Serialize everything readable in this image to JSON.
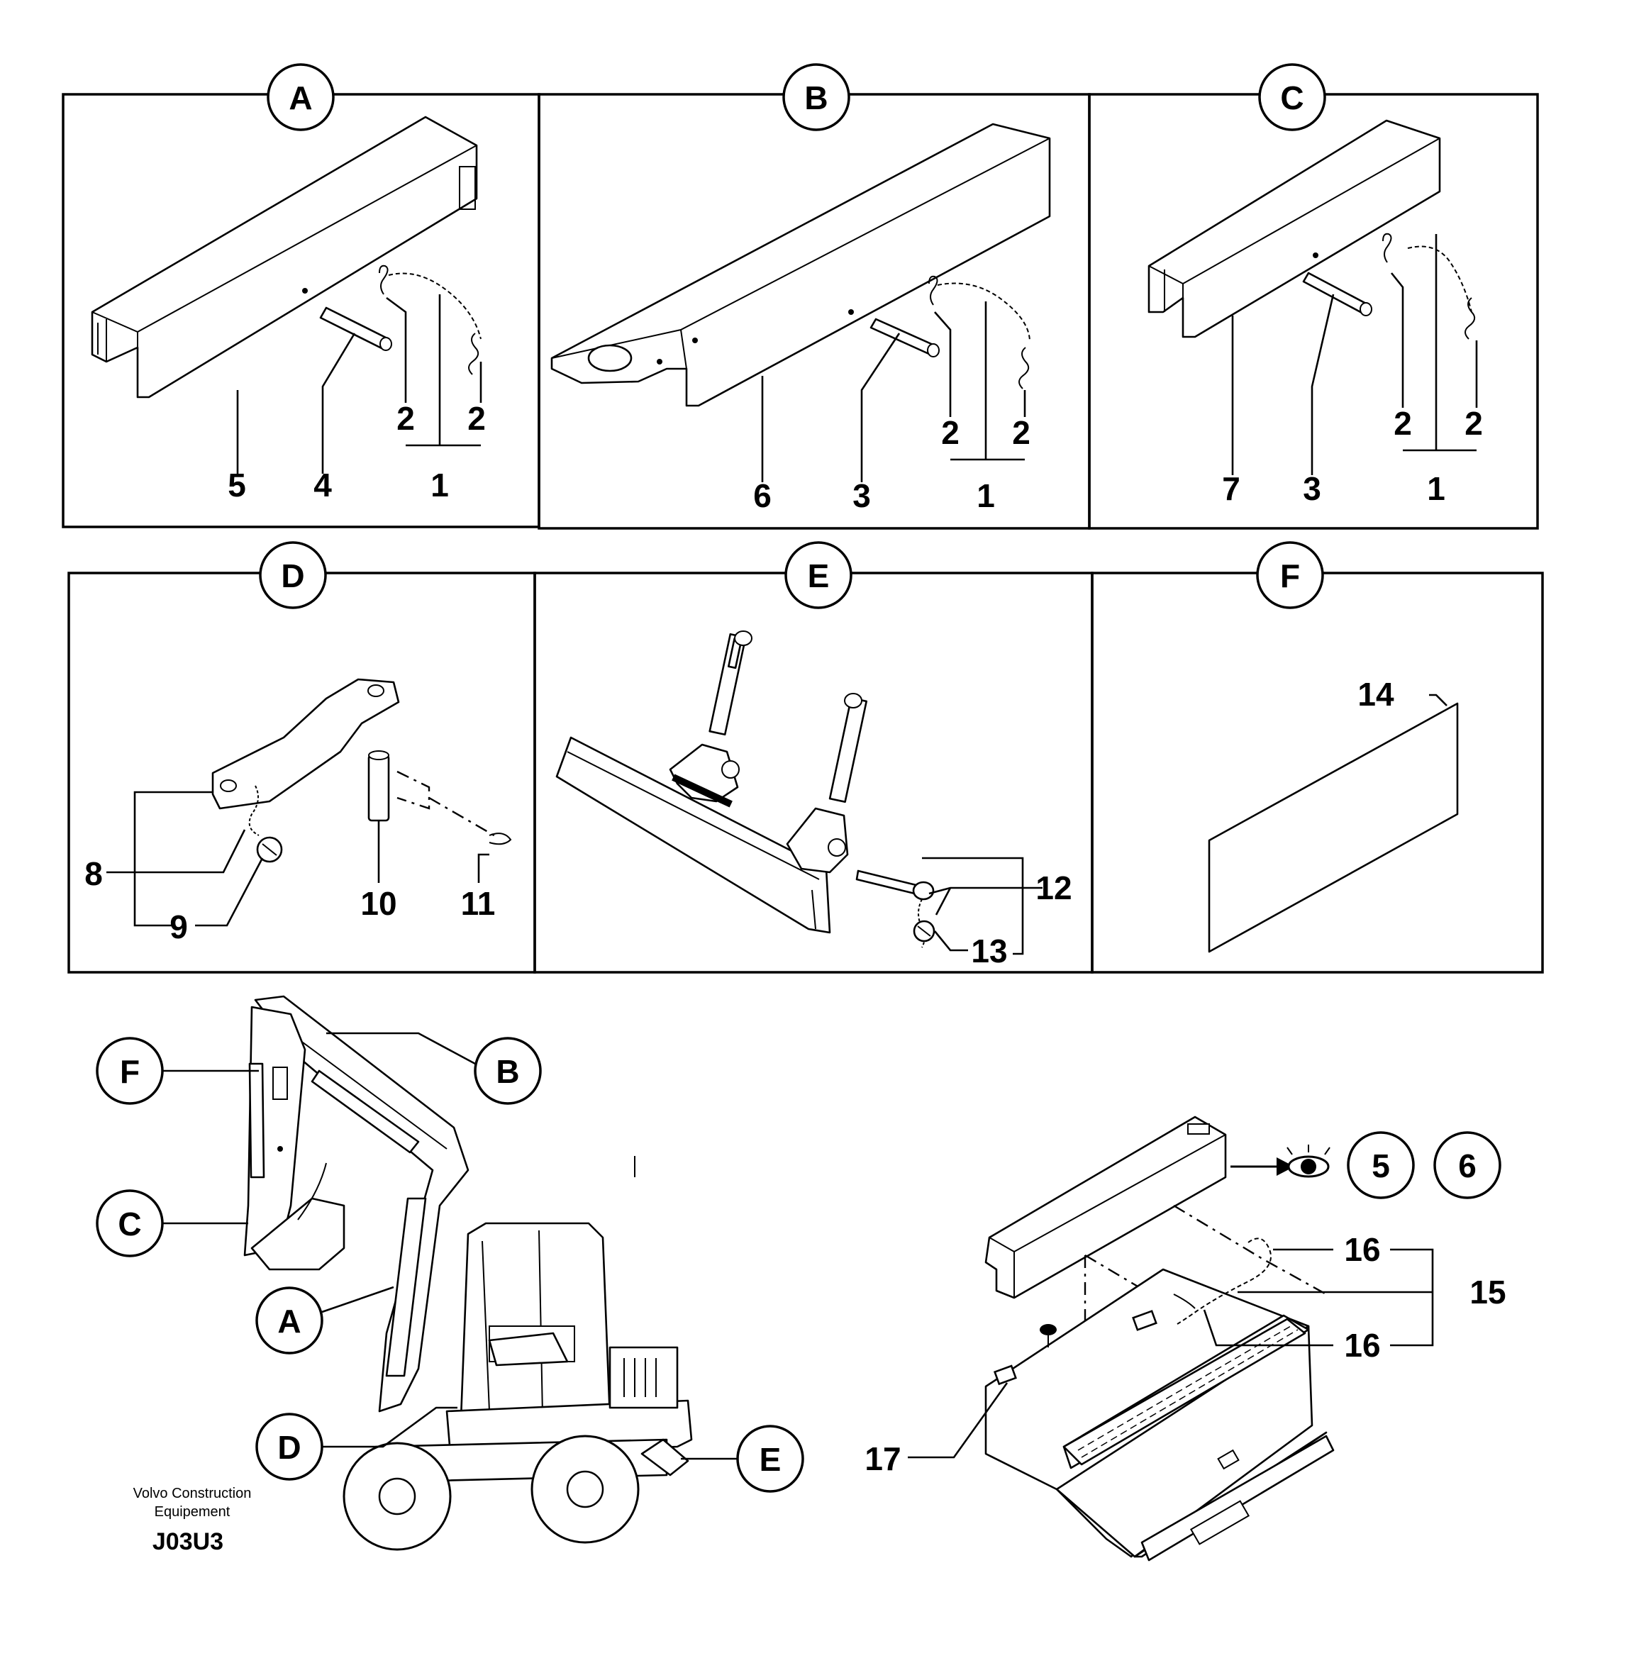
{
  "panels": {
    "A": {
      "label": "A",
      "callouts": [
        "5",
        "4",
        "2",
        "2",
        "1"
      ]
    },
    "B": {
      "label": "B",
      "callouts": [
        "6",
        "3",
        "2",
        "2",
        "1"
      ]
    },
    "C": {
      "label": "C",
      "callouts": [
        "7",
        "3",
        "2",
        "2",
        "1"
      ]
    },
    "D": {
      "label": "D",
      "callouts": [
        "8",
        "9",
        "10",
        "11"
      ]
    },
    "E": {
      "label": "E",
      "callouts": [
        "12",
        "13"
      ]
    },
    "F": {
      "label": "F",
      "callouts": [
        "14"
      ]
    }
  },
  "machine_refs": [
    "F",
    "B",
    "C",
    "A",
    "D",
    "E"
  ],
  "detail": {
    "refs": [
      "5",
      "6"
    ],
    "callouts": [
      "16",
      "15",
      "16",
      "17"
    ],
    "eye_icon": "eye-icon"
  },
  "credit": {
    "line1": "Volvo Construction",
    "line2": "Equipement",
    "code": "J03U3"
  }
}
